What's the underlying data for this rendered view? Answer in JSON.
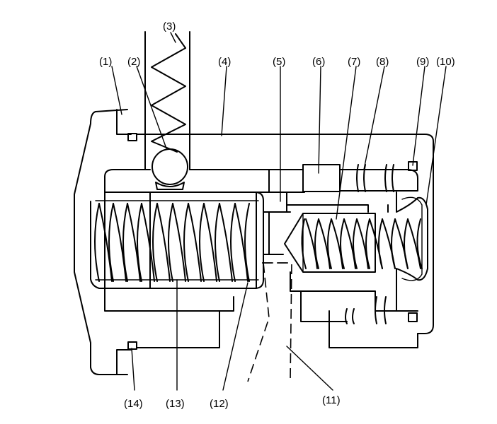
{
  "labels": {
    "l1": "(1)",
    "l2": "(2)",
    "l3": "(3)",
    "l4": "(4)",
    "l5": "(5)",
    "l6": "(6)",
    "l7": "(7)",
    "l8": "(8)",
    "l9": "(9)",
    "l10": "(10)",
    "l11": "(11)",
    "l12": "(12)",
    "l13": "(13)",
    "l14": "(14)"
  }
}
